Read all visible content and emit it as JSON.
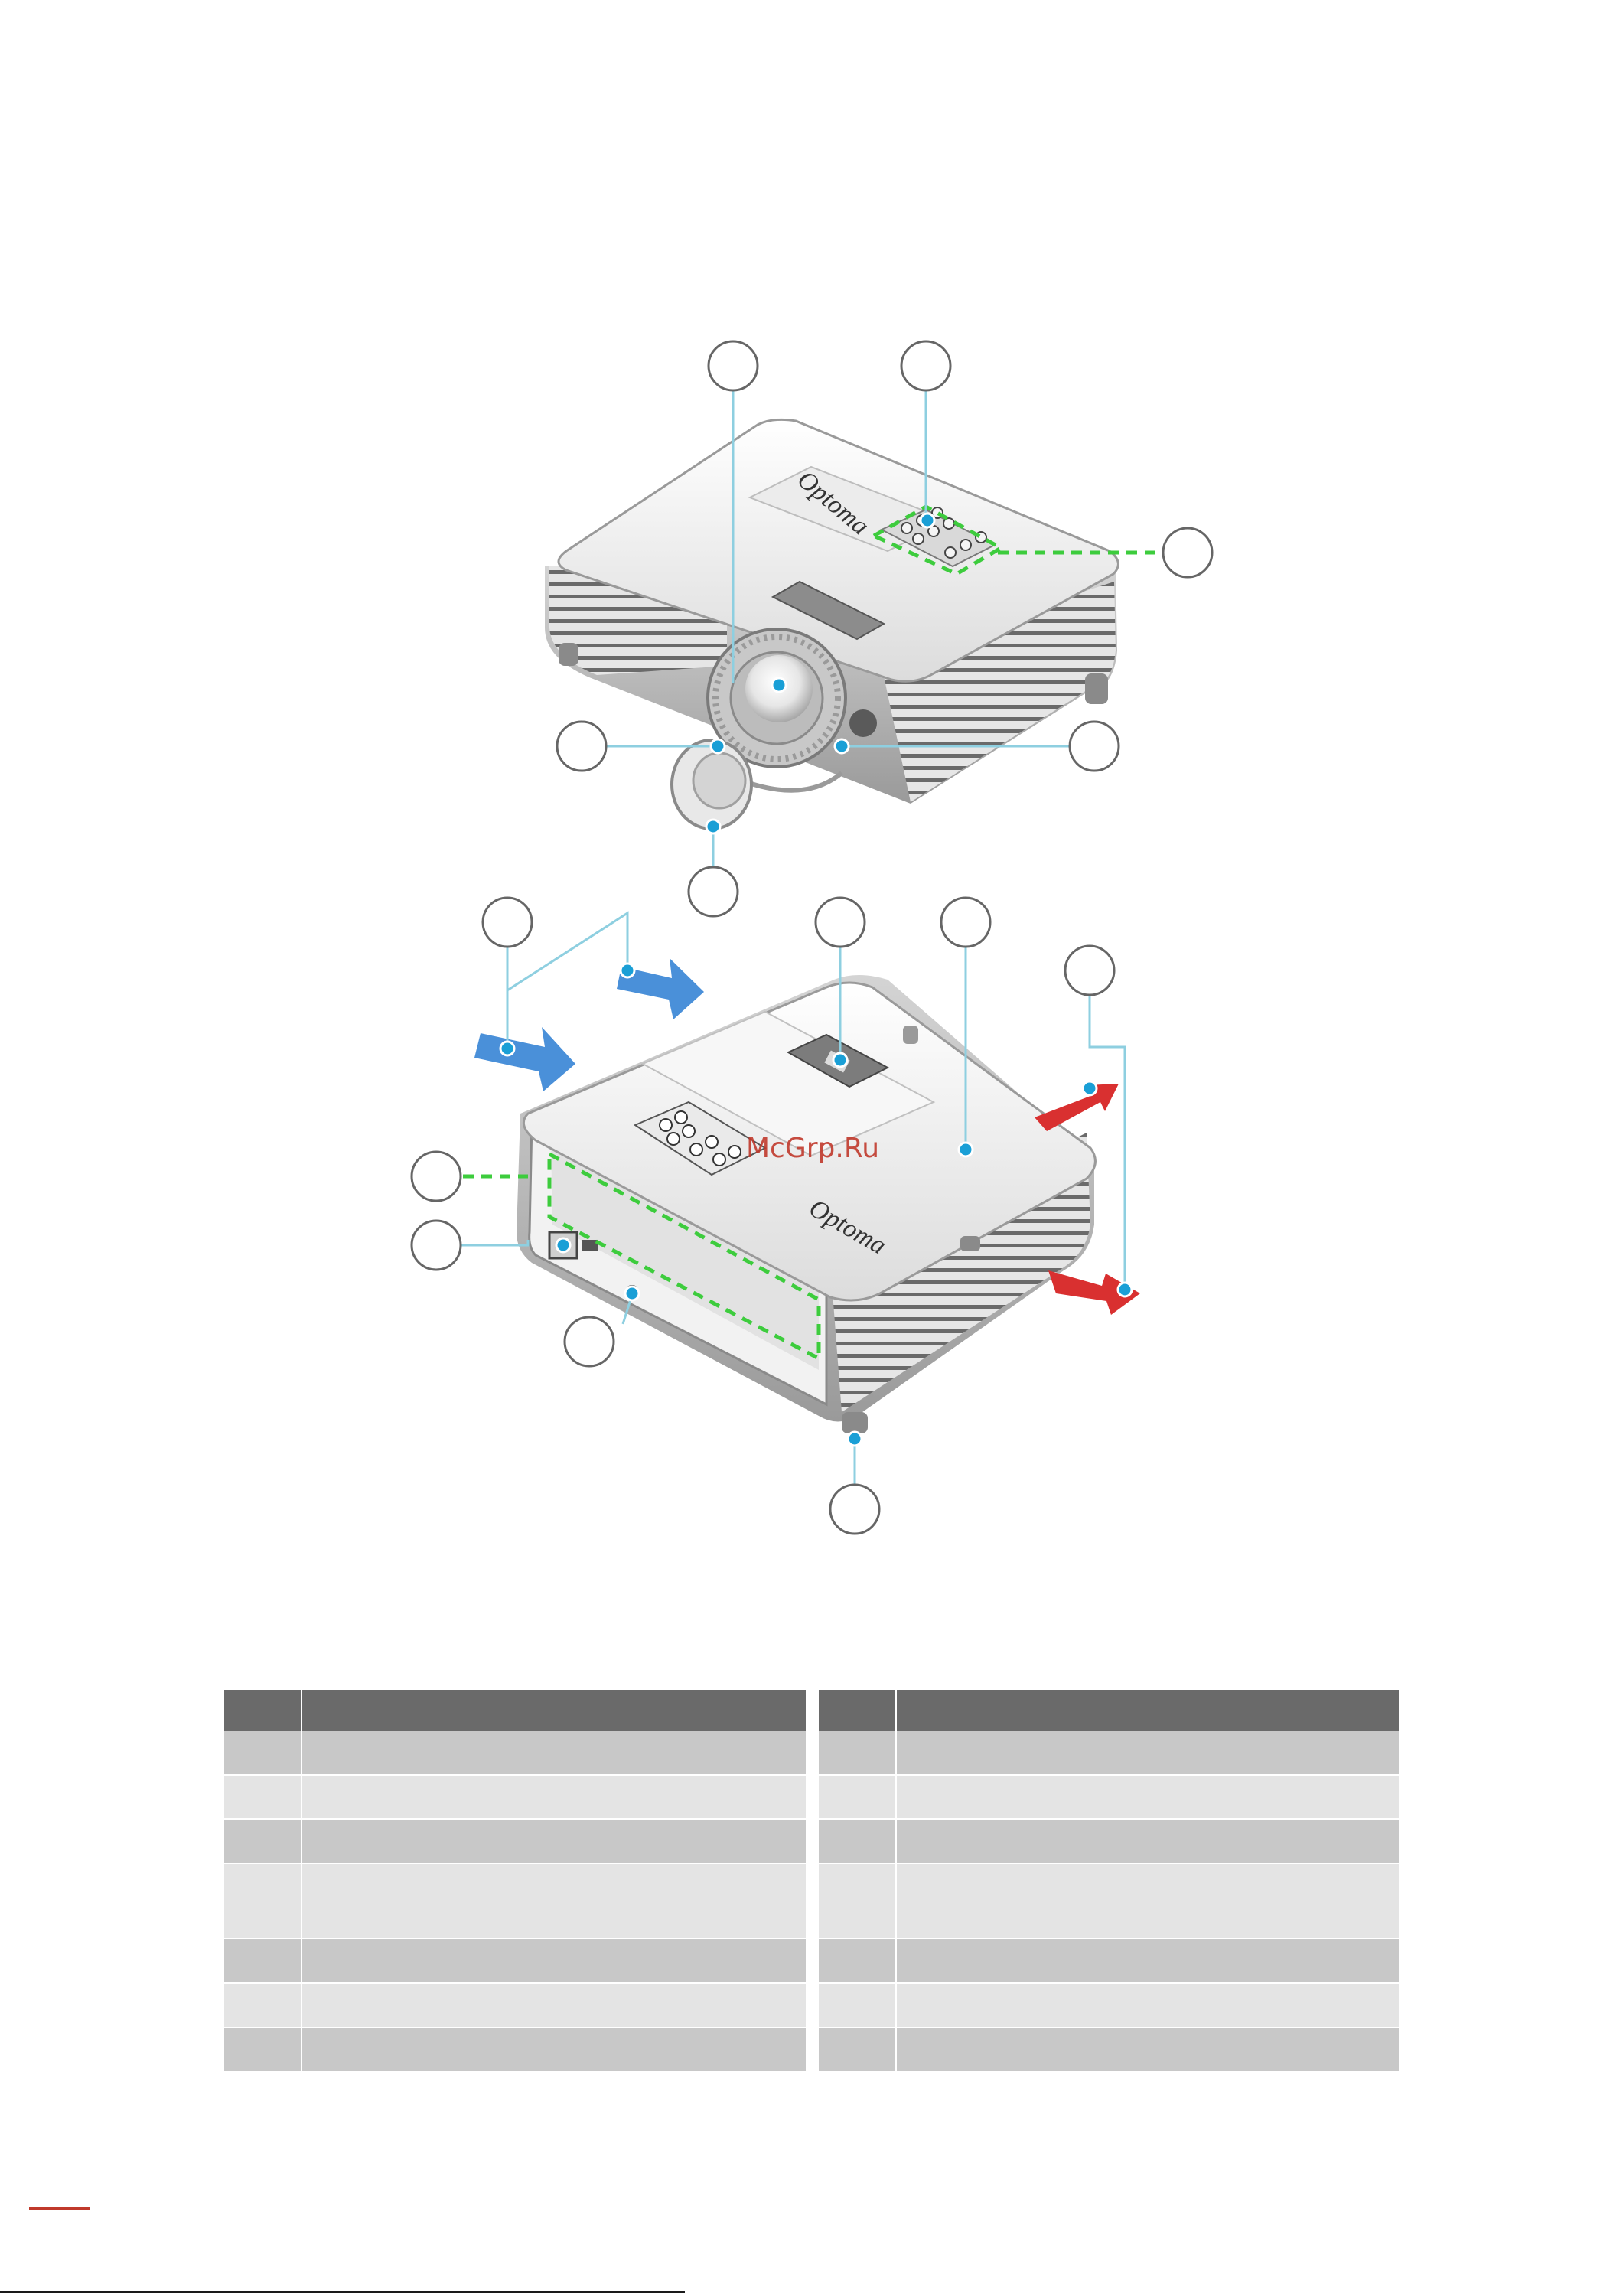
{
  "watermark": "McGrp.Ru",
  "brand": "Optoma",
  "colors": {
    "callout_stroke": "#8ecfe0",
    "callout_dot": "#1a9fd6",
    "highlight_dash": "#3dcc3d",
    "intake_arrow": "#4a90d9",
    "exhaust_arrow": "#d93030",
    "table_header": "#6a6a6a",
    "table_row_dark": "#c8c8c8",
    "table_row_light": "#e4e4e4",
    "page_rule": "#c0392b",
    "watermark": "#c0392b"
  },
  "parts_table": {
    "left_rows": 7,
    "right_rows": 7
  }
}
